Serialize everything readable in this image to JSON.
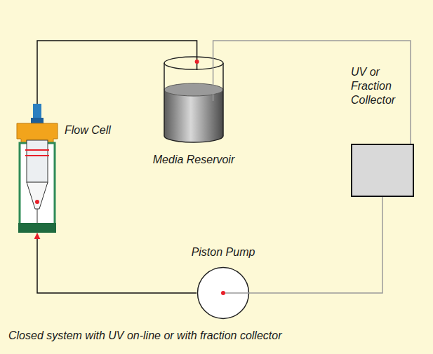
{
  "diagram": {
    "caption": "Closed system with UV on-line or with fraction collector",
    "nodes": [
      {
        "text": [
          "Flow Cell"
        ]
      },
      {
        "text": [
          "Media Reservoir"
        ]
      },
      {
        "text": [
          "UV or Fraction Collector"
        ]
      },
      {
        "text": [
          "Piston Pump"
        ]
      }
    ],
    "edges": [
      {
        "from": 3,
        "to": 0,
        "arrow": "to"
      },
      {
        "from": 0,
        "to": 1,
        "arrow": "none"
      },
      {
        "from": 1,
        "to": 2,
        "arrow": "none"
      },
      {
        "from": 2,
        "to": 3,
        "arrow": "none"
      }
    ]
  }
}
